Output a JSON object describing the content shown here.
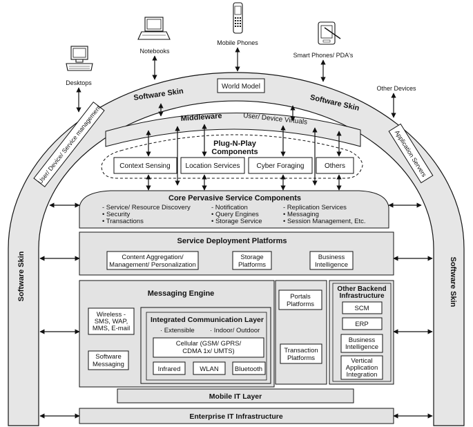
{
  "devices": {
    "desktops": "Desktops",
    "notebooks": "Notebooks",
    "mobile_phones": "Mobile Phones",
    "smart_phones": "Smart Phones/ PDA's",
    "other_devices": "Other Devices"
  },
  "skin": {
    "top_left": "Software Skin",
    "top_right": "Software Skin",
    "left": "Software Skin",
    "right": "Software Skin",
    "world_model": "World Model",
    "user_device_mgmt": "User/ Device/ Service management",
    "app_servers": "Application Servers"
  },
  "middleware": {
    "label": "Middleware",
    "virtuals": "User/ Device Virtuals"
  },
  "pnp": {
    "title_line1": "Plug-N-Play",
    "title_line2": "Components",
    "items": [
      "Context Sensing",
      "Location Services",
      "Cyber Foraging",
      "Others"
    ]
  },
  "core": {
    "title": "Core Pervasive Service Components",
    "col1": [
      "- Service/ Resource Discovery",
      "• Security",
      "• Transactions"
    ],
    "col2": [
      "- Notification",
      "• Query Engines",
      "• Storage Service"
    ],
    "col3": [
      "- Replication Services",
      "• Messaging",
      "• Session Management, Etc."
    ]
  },
  "sdp": {
    "title": "Service Deployment Platforms",
    "content_l1": "Content Aggregation/",
    "content_l2": "Management/ Personalization",
    "storage_l1": "Storage",
    "storage_l2": "Platforms",
    "bi_l1": "Business",
    "bi_l2": "Intelligence"
  },
  "messaging": {
    "title": "Messaging Engine",
    "wireless": [
      "Wireless -",
      "SMS, WAP,",
      "MMS, E-mail"
    ],
    "software": [
      "Software",
      "Messaging"
    ]
  },
  "icl": {
    "title": "Integrated Communication Layer",
    "sub1": "· Extensible",
    "sub2": "· Indoor/ Outdoor",
    "cellular_l1": "Cellular (GSM/ GPRS/",
    "cellular_l2": "CDMA 1x/ UMTS)",
    "infrared": "Infrared",
    "wlan": "WLAN",
    "bluetooth": "Bluetooth"
  },
  "portals": [
    "Portals",
    "Platforms"
  ],
  "transaction": [
    "Transaction",
    "Platforms"
  ],
  "backend": {
    "title_l1": "Other Backend",
    "title_l2": "Infrastructure",
    "scm": "SCM",
    "erp": "ERP",
    "bi": [
      "Business",
      "Intelligence"
    ],
    "vai": [
      "Vertical",
      "Application",
      "Integration"
    ]
  },
  "mobile_it": "Mobile IT Layer",
  "enterprise": "Enterprise IT Infrastructure"
}
